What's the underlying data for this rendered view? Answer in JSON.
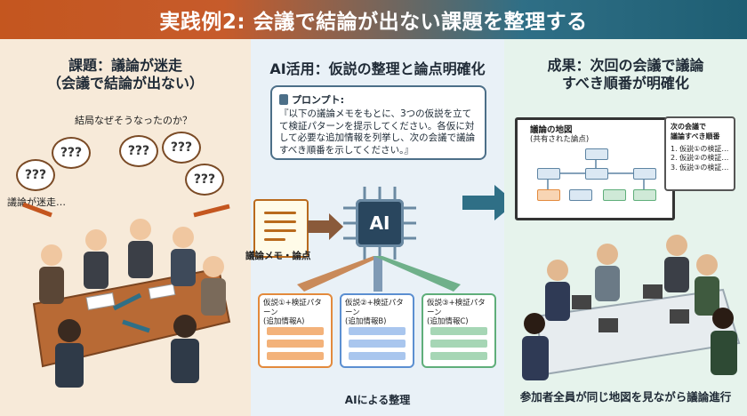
{
  "header": {
    "title": "実践例2: 会議で結論が出ない課題を整理する"
  },
  "panel1": {
    "title_line1": "課題：議論が迷走",
    "title_line2": "（会議で結論が出ない）",
    "caption_top": "結局なぜそうなったのか？",
    "caption_left": "議論が迷走…",
    "bubble_text": "???"
  },
  "panel2": {
    "title": "AI活用：仮説の整理と論点明確化",
    "prompt_title": "プロンプト:",
    "prompt_text": "『以下の議論メモをもとに、3つの仮説を立てて検証パターンを提示してください。各仮に対して必要な追加情報を列挙し、次の会議で議論すべき順番を示してください。』",
    "memo_label": "議論メモ・論点",
    "chip_label": "AI",
    "cards": [
      {
        "title_line1": "仮説①+検証パターン",
        "title_line2": "(追加情報A)"
      },
      {
        "title_line1": "仮説②+検証パターン",
        "title_line2": "(追加情報B)"
      },
      {
        "title_line1": "仮説③+検証パターン",
        "title_line2": "(追加情報C)"
      }
    ],
    "bottom_label": "AIによる整理"
  },
  "panel3": {
    "title_line1": "成果：次回の会議で議論",
    "title_line2": "すべき順番が明確化",
    "board_title_line1": "議論の地図",
    "board_title_line2": "(共有された論点)",
    "order_title_line1": "次の会議で",
    "order_title_line2": "議論すべき順番",
    "order_items": [
      "1. 仮説①の検証…",
      "2. 仮説②の検証…",
      "3. 仮説③の検証…"
    ],
    "footer": "参加者全員が同じ地図を見ながら議論進行"
  },
  "colors": {
    "accent_orange": "#c4561f",
    "accent_blue": "#2f6f86",
    "card_orange": "#e38a3c",
    "card_blue": "#5b8fd1",
    "card_green": "#5fae7a"
  }
}
